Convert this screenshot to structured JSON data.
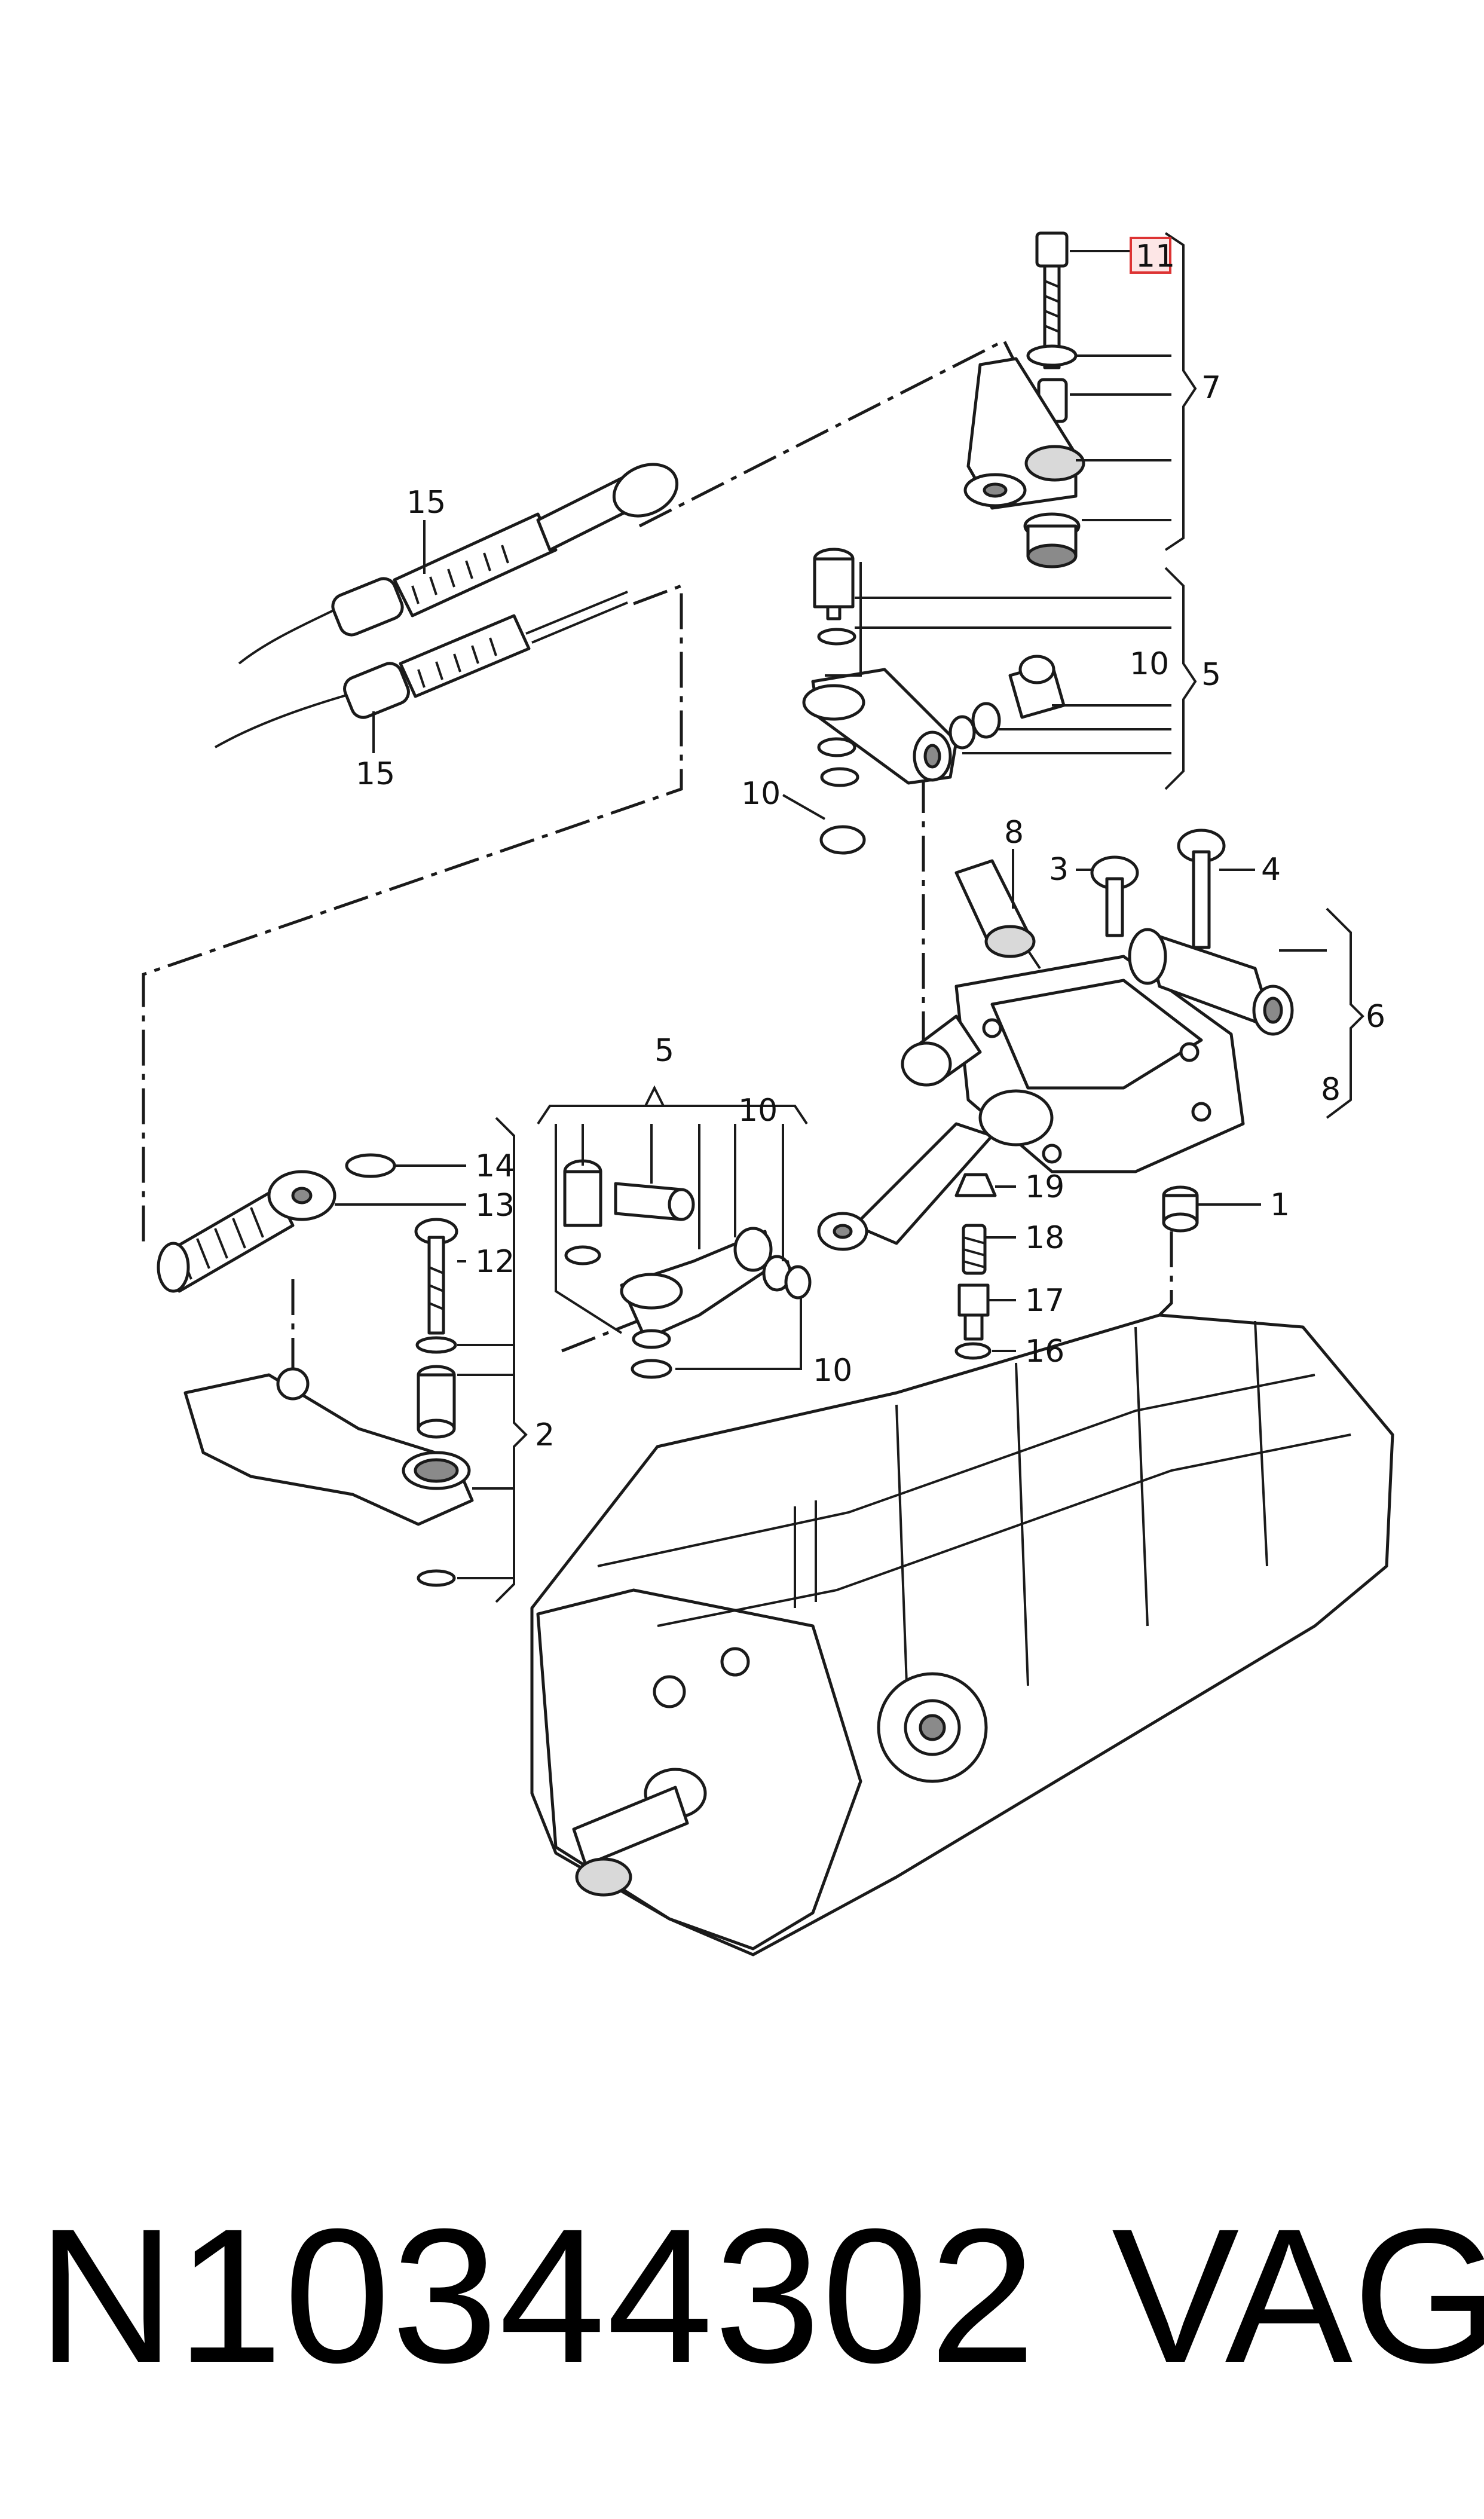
{
  "callouts": {
    "c1": "1",
    "c2": "2",
    "c3": "3",
    "c4": "4",
    "c5a": "5",
    "c5b": "5",
    "c6": "6",
    "c7": "7",
    "c8a": "8",
    "c8b": "8",
    "c10a": "10",
    "c10b": "10",
    "c10c": "10",
    "c10d": "10",
    "c11": "11",
    "c12": "12",
    "c13": "13",
    "c14": "14",
    "c15a": "15",
    "c15b": "15",
    "c16": "16",
    "c17": "17",
    "c18": "18",
    "c19": "19"
  },
  "highlighted_callout": "11",
  "footer": {
    "part_number": "N10344302",
    "brand": "VAG"
  }
}
